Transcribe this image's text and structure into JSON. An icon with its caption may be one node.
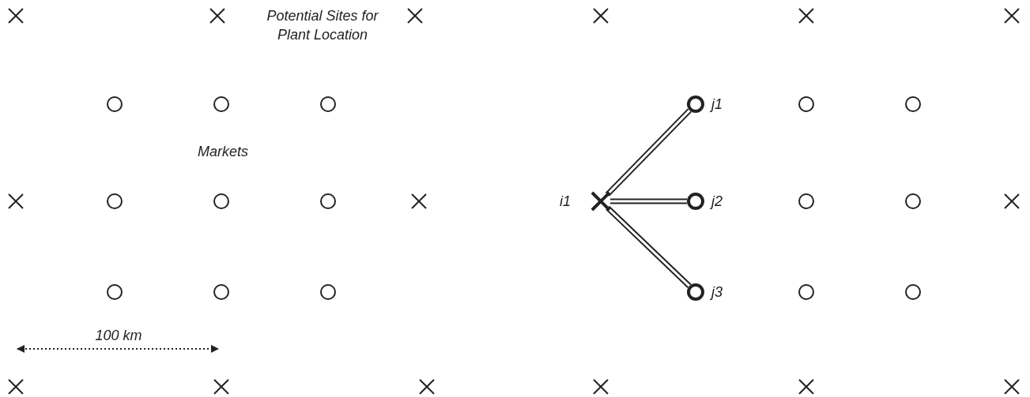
{
  "diagram": {
    "nodes": [
      {
        "text": [],
        "shape": "cross"
      },
      {
        "text": [],
        "shape": "cross"
      },
      {
        "text": [],
        "shape": "cross"
      },
      {
        "text": [],
        "shape": "cross"
      },
      {
        "text": [],
        "shape": "cross"
      },
      {
        "text": [],
        "shape": "cross"
      },
      {
        "text": [],
        "shape": "circle"
      },
      {
        "text": [],
        "shape": "circle"
      },
      {
        "text": [],
        "shape": "circle"
      },
      {
        "text": [],
        "shape": "circle",
        "beside": [
          "j1"
        ]
      },
      {
        "text": [],
        "shape": "circle"
      },
      {
        "text": [],
        "shape": "circle"
      },
      {
        "text": [],
        "shape": "cross"
      },
      {
        "text": [],
        "shape": "circle"
      },
      {
        "text": [],
        "shape": "circle"
      },
      {
        "text": [],
        "shape": "circle"
      },
      {
        "text": [],
        "shape": "cross"
      },
      {
        "text": [],
        "shape": "cross",
        "beside": [
          "i1"
        ]
      },
      {
        "text": [],
        "shape": "circle",
        "beside": [
          "j2"
        ]
      },
      {
        "text": [],
        "shape": "circle"
      },
      {
        "text": [],
        "shape": "circle"
      },
      {
        "text": [],
        "shape": "cross"
      },
      {
        "text": [],
        "shape": "circle"
      },
      {
        "text": [],
        "shape": "circle"
      },
      {
        "text": [],
        "shape": "circle"
      },
      {
        "text": [],
        "shape": "circle",
        "beside": [
          "j3"
        ]
      },
      {
        "text": [],
        "shape": "circle"
      },
      {
        "text": [],
        "shape": "circle"
      },
      {
        "text": [],
        "shape": "cross"
      },
      {
        "text": [],
        "shape": "cross"
      },
      {
        "text": [],
        "shape": "cross"
      },
      {
        "text": [],
        "shape": "cross"
      },
      {
        "text": [],
        "shape": "cross"
      },
      {
        "text": [],
        "shape": "cross"
      }
    ],
    "edges": [
      {
        "from": 17,
        "to": 9,
        "arrow": "none"
      },
      {
        "from": 17,
        "to": 18,
        "arrow": "none"
      },
      {
        "from": 17,
        "to": 25,
        "arrow": "none"
      }
    ],
    "labels": [
      "Potential Sites for Plant Location",
      "Markets",
      "100 km"
    ]
  }
}
